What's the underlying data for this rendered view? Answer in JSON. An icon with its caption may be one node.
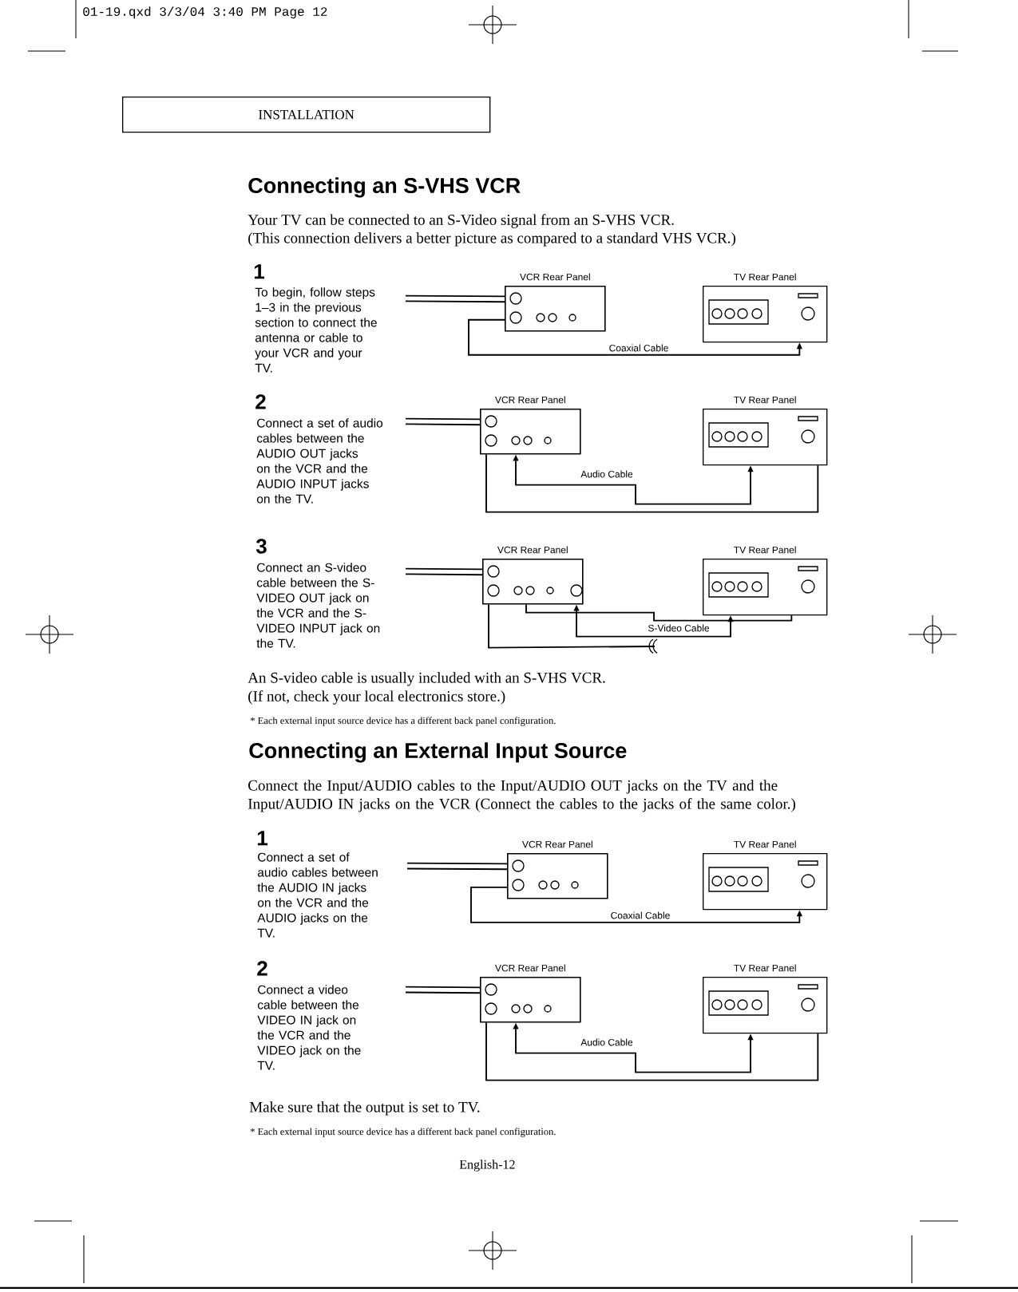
{
  "diagram": {
    "nodes": [
      {
        "text": [
          "INSTALLATION"
        ]
      },
      {
        "text": [
          "VCR Rear Panel"
        ]
      },
      {
        "text": [
          "TV Rear Panel"
        ]
      },
      {
        "text": [
          "VCR Rear Panel"
        ]
      },
      {
        "text": [
          "TV Rear Panel"
        ]
      },
      {
        "text": [
          "VCR Rear Panel"
        ]
      },
      {
        "text": [
          "TV Rear Panel"
        ]
      },
      {
        "text": [
          "VCR Rear Panel"
        ]
      },
      {
        "text": [
          "TV Rear Panel"
        ]
      },
      {
        "text": [
          "VCR Rear Panel"
        ]
      },
      {
        "text": [
          "TV Rear Panel"
        ]
      }
    ],
    "edges": [
      {
        "from": null,
        "to": 1,
        "arrow": "none",
        "style": "thick"
      },
      {
        "from": 1,
        "to": 2,
        "arrow": "to",
        "label": "Coaxial Cable"
      },
      {
        "from": null,
        "to": 3,
        "arrow": "none",
        "style": "thick"
      },
      {
        "from": 3,
        "to": 4,
        "arrow": "both",
        "label": "Audio Cable"
      },
      {
        "from": 3,
        "to": 4,
        "arrow": "none"
      },
      {
        "from": null,
        "to": 5,
        "arrow": "none",
        "style": "thick"
      },
      {
        "from": 5,
        "to": 6,
        "arrow": "none"
      },
      {
        "from": 5,
        "to": 6,
        "arrow": "both",
        "label": "S-Video Cable"
      },
      {
        "from": 5,
        "to": null,
        "arrow": "none"
      },
      {
        "from": null,
        "to": 7,
        "arrow": "none",
        "style": "thick"
      },
      {
        "from": 7,
        "to": 8,
        "arrow": "to",
        "label": "Coaxial Cable"
      },
      {
        "from": null,
        "to": 9,
        "arrow": "none",
        "style": "thick"
      },
      {
        "from": 9,
        "to": 10,
        "arrow": "both",
        "label": "Audio Cable"
      },
      {
        "from": 9,
        "to": 10,
        "arrow": "none"
      }
    ],
    "labels": [
      "01-19.qxd 3/3/04 3:40 PM Page 12",
      "Connecting an S-VHS VCR",
      "Your TV can be connected to an S-Video signal from an S-VHS VCR.",
      "(This connection delivers a better picture as compared to a standard VHS VCR.)",
      "1",
      "To begin, follow steps 1–3 in the previous section to connect the antenna or cable to your VCR and your TV.",
      "2",
      "Connect a set of audio cables between the AUDIO OUT jacks on the VCR and the AUDIO INPUT jacks on the TV.",
      "3",
      "Connect an S-video cable between the S-VIDEO OUT jack on the VCR and the S-VIDEO INPUT jack on the TV.",
      "An S-video cable is usually included with an S-VHS VCR.",
      "(If not, check your local electronics store.)",
      "* Each external input source device has a different back panel configuration.",
      "Connecting an External Input Source",
      "Connect the Input/AUDIO cables to the Input/AUDIO OUT jacks on the TV and the Input/AUDIO IN jacks on the VCR (Connect the cables to the jacks of the same color.)",
      "1",
      "Connect a set of audio cables between the AUDIO IN jacks on the VCR and the AUDIO jacks on the TV.",
      "2",
      "Connect a video cable between the VIDEO IN jack on the VCR and the VIDEO jack on the TV.",
      "Make sure that the output is set to TV.",
      "* Each external input source device has a different back panel configuration.",
      "English-12"
    ]
  }
}
